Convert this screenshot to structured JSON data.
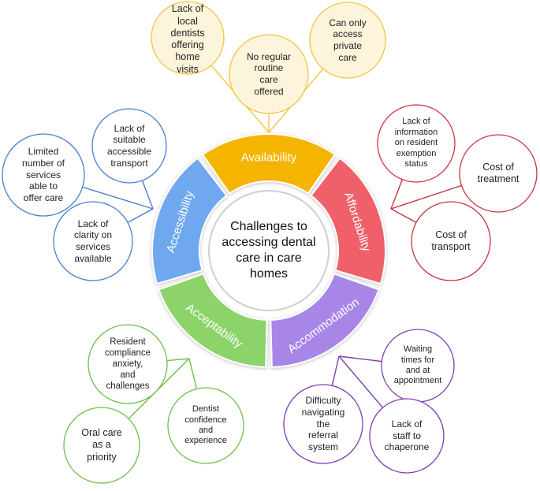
{
  "center": {
    "text": "Challenges to\naccessing dental\ncare in care\nhomes"
  },
  "segments": [
    {
      "key": "availability",
      "label": "Availability",
      "color": "#F4B400"
    },
    {
      "key": "affordability",
      "label": "Affordability",
      "color": "#F0606A"
    },
    {
      "key": "accommodation",
      "label": "Accommodation",
      "color": "#A886E8"
    },
    {
      "key": "acceptability",
      "label": "Acceptability",
      "color": "#8CD46A"
    },
    {
      "key": "accessibility",
      "label": "Accessibility",
      "color": "#6FA8F0"
    }
  ],
  "bubbles": {
    "availability": [
      "Lack of\nlocal\ndentists\noffering\nhome\nvisits",
      "No regular\nroutine\ncare\noffered",
      "Can only\naccess\nprivate\ncare"
    ],
    "affordability": [
      "Lack of\ninformation\non resident\nexemption\nstatus",
      "Cost of\ntreatment",
      "Cost of\ntransport"
    ],
    "accommodation": [
      "Waiting\ntimes for\nand at\nappointment",
      "Difficulty\nnavigating\nthe\nreferral\nsystem",
      "Lack of\nstaff to\nchaperone"
    ],
    "acceptability": [
      "Resident\ncompliance\nanxiety,\nand\nchallenges",
      "Dentist\nconfidence\nand\nexperience",
      "Oral care\nas a\npriority"
    ],
    "accessibility": [
      "Lack of\nsuitable\naccessible\ntransport",
      "Limited\nnumber of\nservices\nable to\noffer care",
      "Lack of\nclarity on\nservices\navailable"
    ]
  },
  "colors": {
    "availability_border": "#F4C542",
    "availability_fill": "#FDF4DC",
    "affordability_border": "#C8343E",
    "accommodation_border": "#7B3FB3",
    "acceptability_border": "#6FBF4B",
    "accessibility_border": "#4A7FD0"
  }
}
